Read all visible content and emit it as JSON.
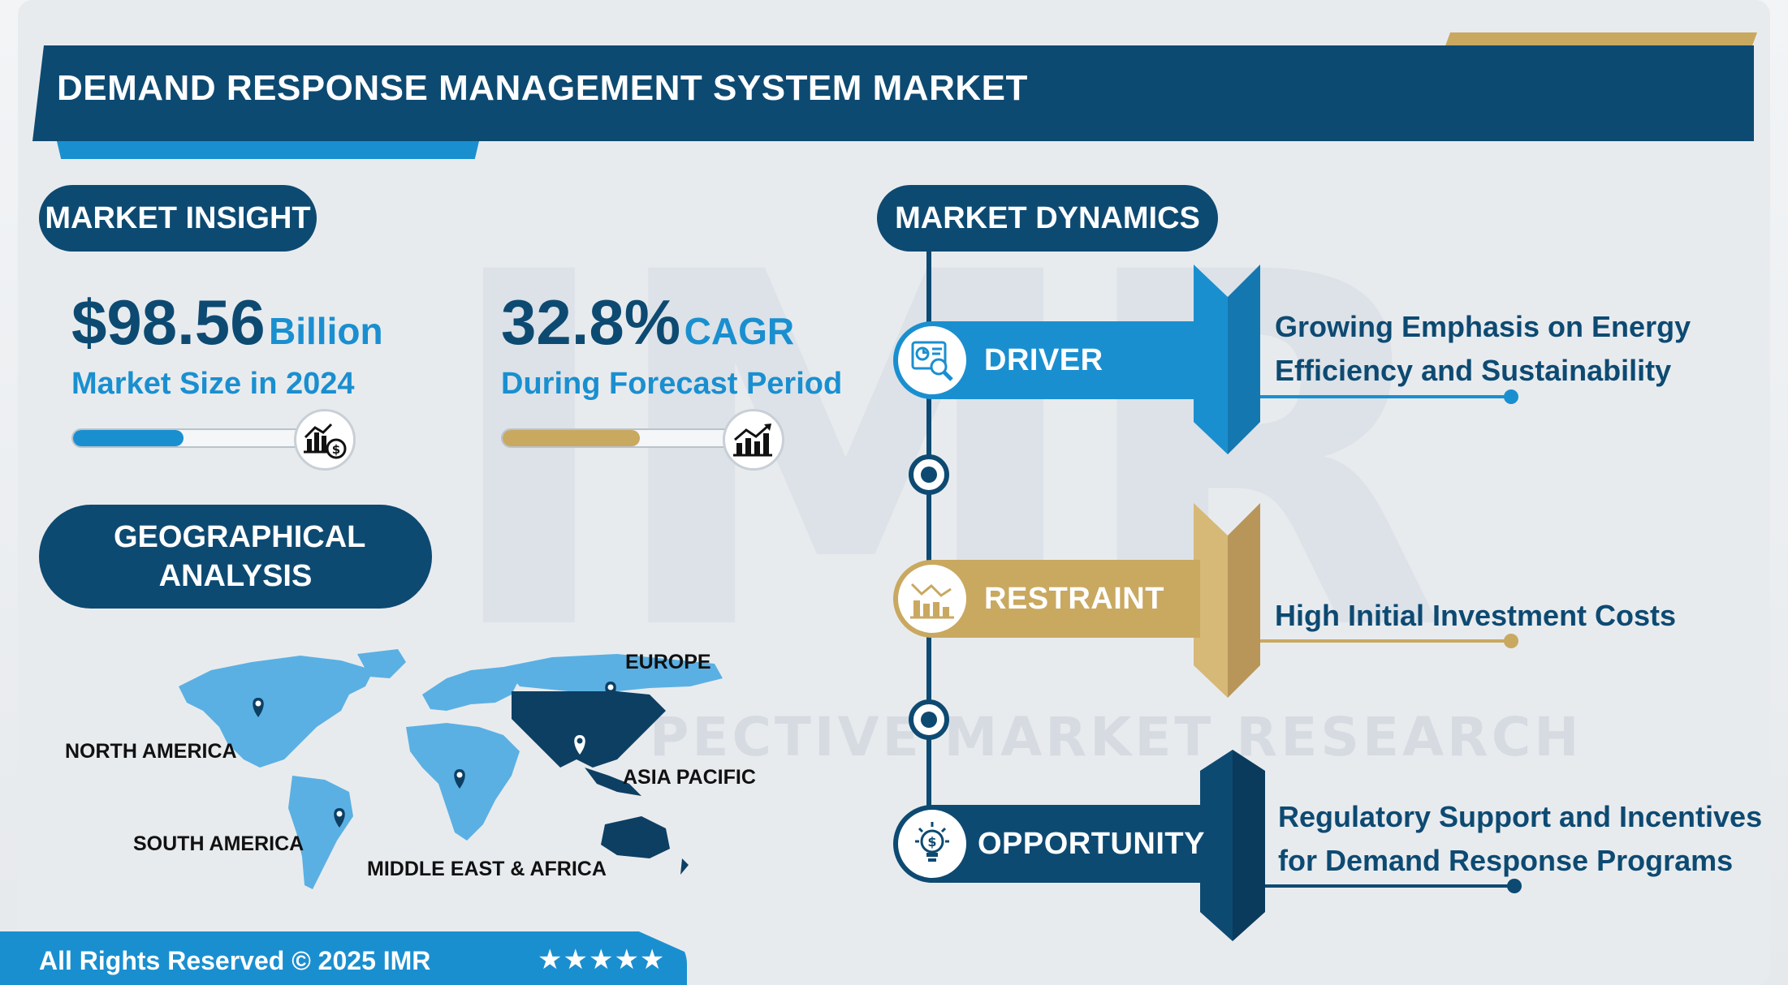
{
  "header": {
    "title": "DEMAND RESPONSE MANAGEMENT SYSTEM MARKET"
  },
  "insight": {
    "pill": "MARKET INSIGHT",
    "market_size": {
      "value": "$98.56",
      "unit": "Billion",
      "label": "Market Size in 2024",
      "bar_fill_fraction": 0.46,
      "icon": "chart-dollar-icon"
    },
    "cagr": {
      "value": "32.8%",
      "unit": "CAGR",
      "label": "During Forecast Period",
      "bar_fill_fraction": 0.57,
      "icon": "growth-chart-icon"
    }
  },
  "geo": {
    "pill": "GEOGRAPHICAL ANALYSIS",
    "regions": [
      "NORTH AMERICA",
      "SOUTH AMERICA",
      "EUROPE",
      "ASIA PACIFIC",
      "MIDDLE EAST & AFRICA"
    ],
    "highlighted_region": "ASIA PACIFIC"
  },
  "dynamics": {
    "pill": "MARKET DYNAMICS",
    "items": [
      {
        "label": "DRIVER",
        "text_line1": "Growing Emphasis on Energy",
        "text_line2": "Efficiency and Sustainability",
        "color": "#1a8fd0",
        "icon": "analytics-magnifier-icon"
      },
      {
        "label": "RESTRAINT",
        "text_line1": "High Initial Investment Costs",
        "text_line2": "",
        "color": "#c9a860",
        "icon": "declining-chart-icon"
      },
      {
        "label": "OPPORTUNITY",
        "text_line1": "Regulatory Support and Incentives",
        "text_line2": "for Demand Response Programs",
        "color": "#0d4a72",
        "icon": "lightbulb-dollar-icon"
      }
    ]
  },
  "watermark": {
    "logo": "IMR",
    "text": "PECTIVE MARKET RESEARCH"
  },
  "footer": {
    "copyright": "All Rights Reserved © 2025 IMR",
    "stars": "★★★★★"
  },
  "colors": {
    "navy": "#0d4a72",
    "blue": "#1a8fd0",
    "gold": "#c9a860",
    "background": "#e8ebee"
  }
}
